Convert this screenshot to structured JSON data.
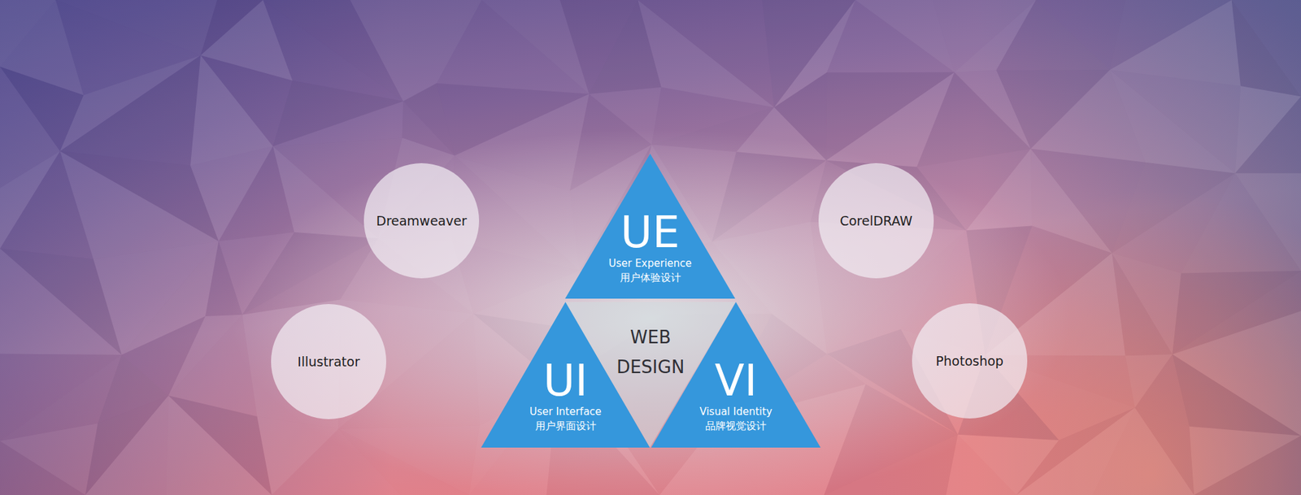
{
  "diagram": {
    "nodes": [
      {
        "text": [
          "Dreamweaver"
        ]
      },
      {
        "text": [
          "UE",
          "User Experience",
          "用户体验设计"
        ]
      },
      {
        "text": [
          "CorelDRAW"
        ]
      },
      {
        "text": [
          "Illustrator"
        ]
      },
      {
        "text": [
          "UI",
          "User Interface",
          "用户界面设计"
        ]
      },
      {
        "text": [
          "VI",
          "Visual Identity",
          "品牌视觉设计"
        ]
      },
      {
        "text": [
          "Photoshop"
        ]
      }
    ],
    "edges": [],
    "labels": [
      "WEB DESIGN"
    ]
  }
}
